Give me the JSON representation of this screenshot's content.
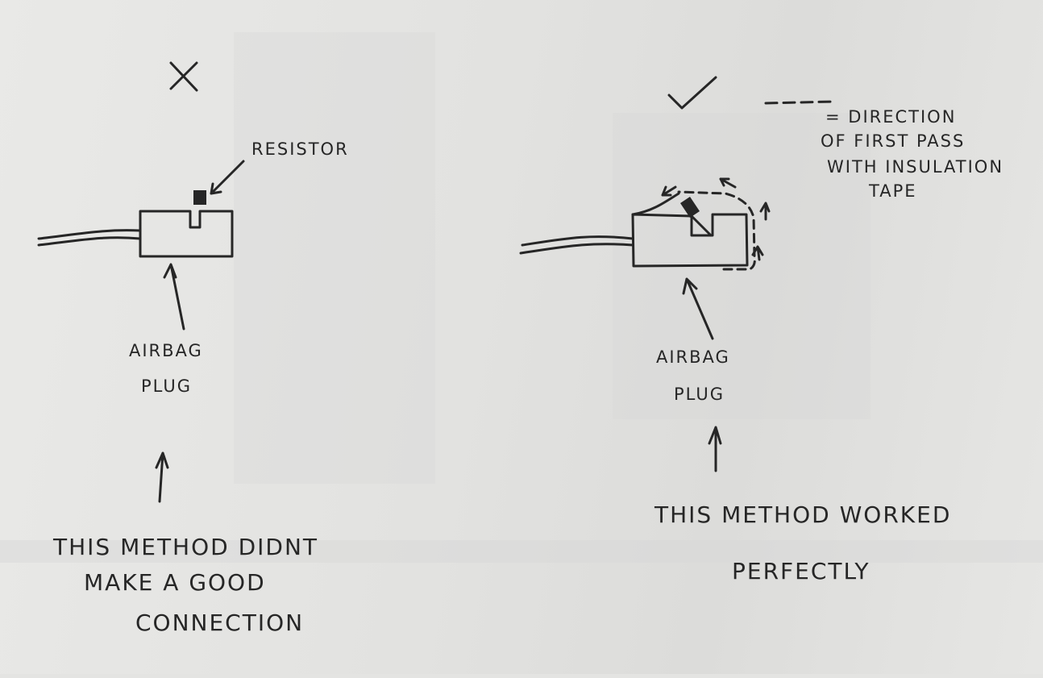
{
  "left_diagram": {
    "verdict_mark": "cross",
    "resistor_label": "RESISTOR",
    "plug_label_line1": "AIRBAG",
    "plug_label_line2": "PLUG",
    "caption_line1": "THIS METHOD DIDNT",
    "caption_line2": "MAKE A GOOD",
    "caption_line3": "CONNECTION"
  },
  "right_diagram": {
    "verdict_mark": "check",
    "legend_line1": "= DIRECTION",
    "legend_line2": "OF FIRST PASS",
    "legend_line3": "WITH INSULATION",
    "legend_line4": "TAPE",
    "plug_label_line1": "AIRBAG",
    "plug_label_line2": "PLUG",
    "caption_line1": "THIS METHOD WORKED",
    "caption_line2": "PERFECTLY"
  },
  "colors": {
    "ink": "#262626",
    "paper": "#e4e4e2"
  }
}
